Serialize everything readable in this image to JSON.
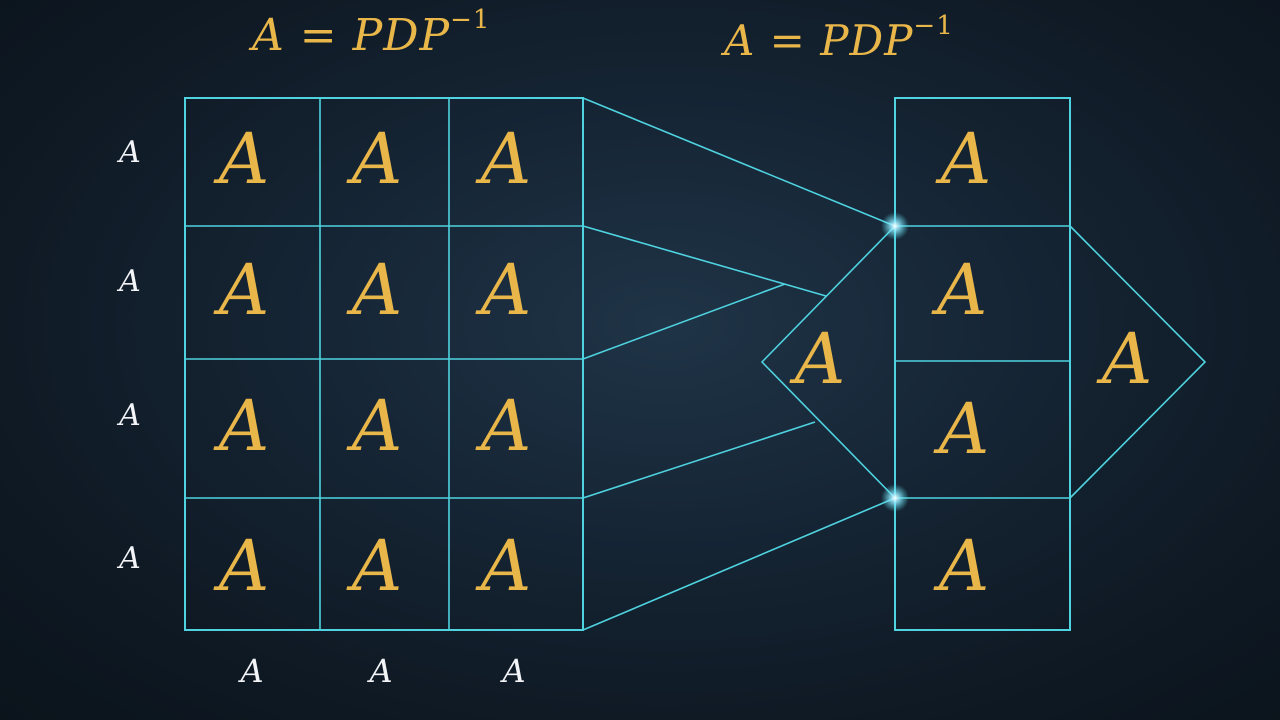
{
  "titles": {
    "left": {
      "main": "A = PDP",
      "exponent": "−1"
    },
    "right": {
      "main": "A = PDP",
      "exponent": "−1"
    }
  },
  "left_matrix": {
    "cells": [
      [
        "A",
        "A",
        "A"
      ],
      [
        "A",
        "A",
        "A"
      ],
      [
        "A",
        "A",
        "A"
      ],
      [
        "A",
        "A",
        "A"
      ]
    ],
    "row_labels": [
      "A",
      "A",
      "A",
      "A"
    ],
    "col_labels": [
      "A",
      "A",
      "A"
    ]
  },
  "right_column": {
    "cells": [
      "A",
      "A",
      "A",
      "A"
    ]
  },
  "left_diamond": {
    "label": "A"
  },
  "right_diamond": {
    "label": "A"
  },
  "colors": {
    "line": "#4fd3e0",
    "letters": "#e9b64a",
    "labels": "#f2f4f7",
    "background": "#162636"
  }
}
